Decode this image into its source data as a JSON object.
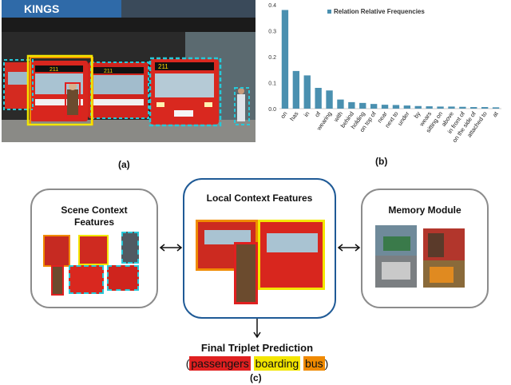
{
  "panel_labels": {
    "a": "(a)",
    "b": "(b)",
    "c": "(c)"
  },
  "photo_sign_text": "KINGS",
  "bus_route_numbers": [
    "211",
    "211",
    "211"
  ],
  "colors": {
    "bar": "#4a90b0",
    "memory_border": "#1f5a96",
    "scene_border": "#8c8c8c",
    "cyan_box": "#27c8d8",
    "yellow_box": "#f3e600",
    "red_box": "#e02020",
    "orange_box": "#f08a00"
  },
  "chart_data": {
    "type": "bar",
    "title": "",
    "legend": [
      "Relation Relative Frequencies"
    ],
    "legend_position": "top-right",
    "xlabel": "",
    "ylabel": "",
    "ylim": [
      0,
      0.4
    ],
    "yticks": [
      "0.0",
      "0.1",
      "0.2",
      "0.3",
      "0.4"
    ],
    "categories": [
      "on",
      "has",
      "in",
      "of",
      "wearing",
      "with",
      "behind",
      "holding",
      "on top of",
      "near",
      "next to",
      "under",
      "by",
      "wears",
      "sitting on",
      "above",
      "in front of",
      "on the side of",
      "attached to",
      "at"
    ],
    "series": [
      {
        "name": "Relation Relative Frequencies",
        "values": [
          0.38,
          0.145,
          0.128,
          0.08,
          0.07,
          0.035,
          0.025,
          0.022,
          0.018,
          0.015,
          0.014,
          0.012,
          0.01,
          0.009,
          0.008,
          0.008,
          0.007,
          0.006,
          0.006,
          0.005
        ]
      }
    ],
    "grid": false
  },
  "diagram": {
    "scene_title": "Scene Context Features",
    "local_title": "Local Context Features",
    "memory_title": "Memory Module",
    "final_title": "Final Triplet Prediction",
    "triplet": {
      "open": "(",
      "subject": "passengers",
      "predicate": "boarding",
      "object": "bus",
      "close": ")"
    }
  }
}
